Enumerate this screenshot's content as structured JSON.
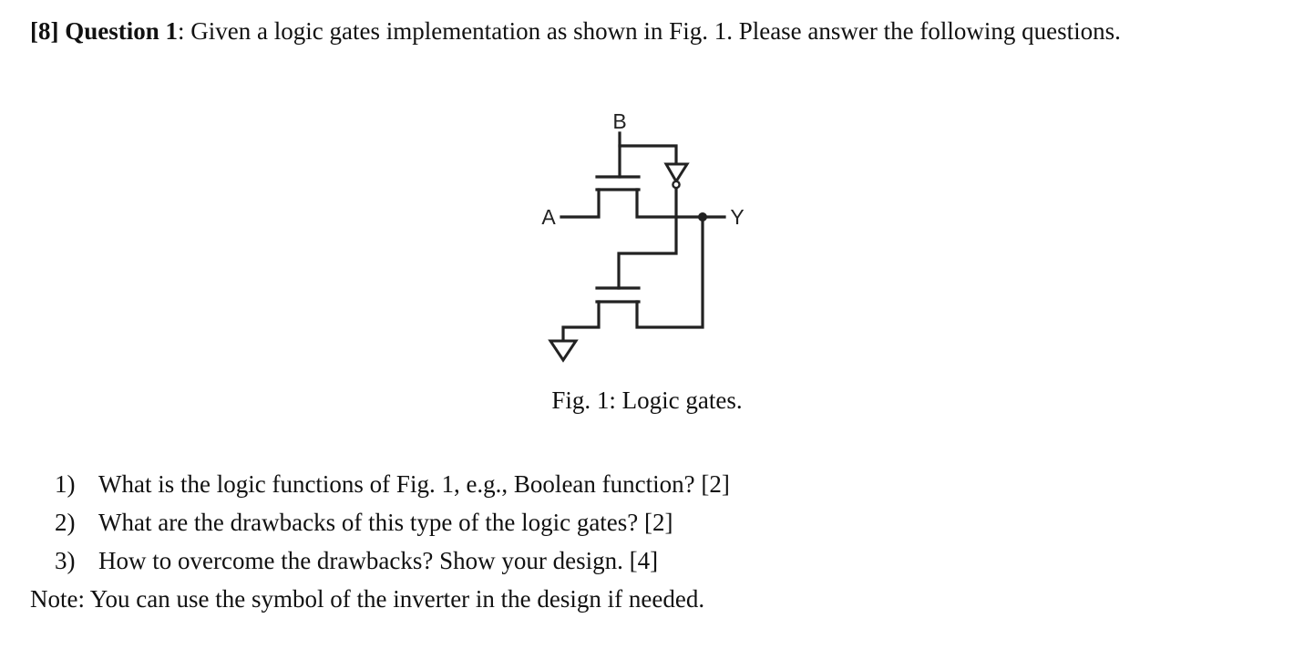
{
  "question": {
    "marks": "[8]",
    "title": "Question 1",
    "colon": ":",
    "text": " Given a logic gates implementation as shown in Fig. 1. Please answer the following questions."
  },
  "figure": {
    "labels": {
      "input_a": "A",
      "input_b": "B",
      "output_y": "Y"
    },
    "caption": "Fig. 1: Logic gates."
  },
  "items": [
    {
      "number": "1)",
      "text": "What is the logic functions of Fig. 1, e.g., Boolean function? [2]"
    },
    {
      "number": "2)",
      "text": "What are the drawbacks of this type of the logic gates? [2]"
    },
    {
      "number": "3)",
      "text": "How to overcome the drawbacks? Show your design. [4]"
    }
  ],
  "note": "Note: You can use the symbol of the inverter in the design if needed.",
  "colors": {
    "text": "#111111",
    "wire": "#222222"
  }
}
